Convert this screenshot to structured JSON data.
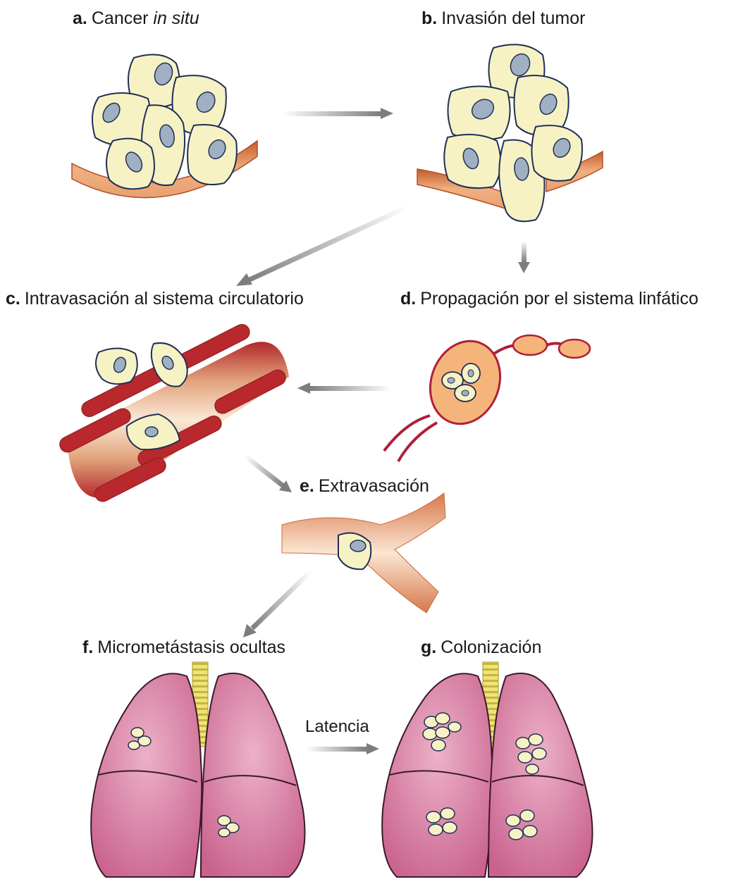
{
  "stages": {
    "a": {
      "letter": "a.",
      "text": "Cancer",
      "italic": "in situ"
    },
    "b": {
      "letter": "b.",
      "text": "Invasión del tumor"
    },
    "c": {
      "letter": "c.",
      "text": "Intravasación al sistema circulatorio"
    },
    "d": {
      "letter": "d.",
      "text": "Propagación por el sistema linfático"
    },
    "e": {
      "letter": "e.",
      "text": "Extravasación"
    },
    "f": {
      "letter": "f.",
      "text": "Micrometástasis ocultas"
    },
    "g": {
      "letter": "g.",
      "text": "Colonización"
    }
  },
  "latency_label": "Latencia",
  "colors": {
    "cell_fill": "#f7f2c4",
    "cell_outline": "#1f2f55",
    "nucleus": "#9fb0c2",
    "tissue": "#d9753c",
    "vessel": "#b8282c",
    "lymph": "#f5b57a",
    "lung": "#d97aa0",
    "trachea": "#e6d65a",
    "arrow": "#8a8a8a"
  }
}
